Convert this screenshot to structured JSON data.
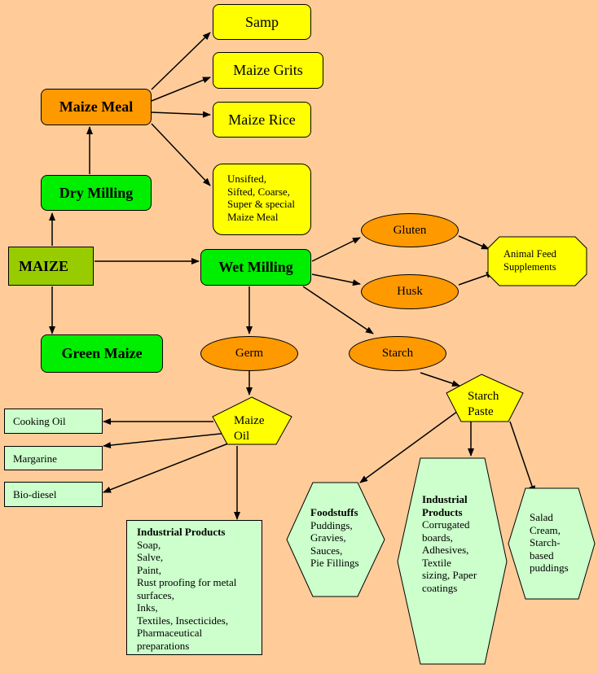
{
  "maize": "MAIZE",
  "dry_milling": "Dry Milling",
  "wet_milling": "Wet Milling",
  "green_maize": "Green Maize",
  "maize_meal": "Maize Meal",
  "samp": "Samp",
  "maize_grits": "Maize Grits",
  "maize_rice": "Maize Rice",
  "meal_types": [
    "Unsifted,",
    "Sifted, Coarse,",
    "Super & special",
    "Maize Meal"
  ],
  "gluten": "Gluten",
  "husk": "Husk",
  "germ": "Germ",
  "starch": "Starch",
  "animal_feed": [
    "Animal Feed",
    "Supplements"
  ],
  "maize_oil": [
    "Maize",
    "Oil"
  ],
  "starch_paste": [
    "Starch",
    "Paste"
  ],
  "cooking_oil": "Cooking Oil",
  "margarine": "Margarine",
  "bio_diesel": "Bio-diesel",
  "oil_industrial": {
    "title": "Industrial Products",
    "items": [
      "Soap,",
      "Salve,",
      "Paint,",
      "Rust proofing for metal",
      "surfaces,",
      "Inks,",
      "Textiles, Insecticides,",
      "Pharmaceutical",
      "preparations"
    ]
  },
  "foodstuffs": {
    "title": "Foodstuffs",
    "items": [
      "Puddings,",
      "Gravies,",
      "Sauces,",
      "Pie Fillings"
    ]
  },
  "starch_industrial": {
    "title_lines": [
      "Industrial",
      "Products"
    ],
    "items": [
      "Corrugated",
      "boards,",
      "Adhesives,",
      "Textile",
      "sizing, Paper",
      "coatings"
    ]
  },
  "salad": [
    "Salad",
    "Cream,",
    "Starch-",
    "based",
    "puddings"
  ],
  "colors": {
    "background": "#FFCC99",
    "yellow": "#FFFF00",
    "green": "#00EE00",
    "orange": "#FF9900",
    "olive": "#99CC00",
    "mint": "#CCFFCC"
  }
}
